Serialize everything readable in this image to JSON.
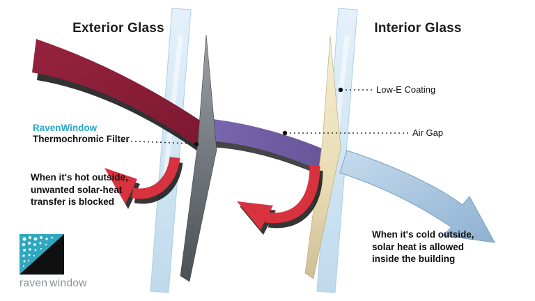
{
  "titles": {
    "exterior": "Exterior Glass",
    "interior": "Interior Glass"
  },
  "callouts": {
    "low_e": "Low-E Coating",
    "air_gap": "Air Gap",
    "filter_brand": "RavenWindow",
    "filter_line2": "Thermochromic Filter"
  },
  "notes": {
    "hot": "When it's hot outside, unwanted solar-heat transfer is blocked",
    "cold": "When it's cold outside, solar heat is allowed inside the building"
  },
  "logo": {
    "word1": "raven",
    "word2": "window"
  },
  "colors": {
    "solar_heat_arrow": "#8E1F3A",
    "filtered_heat_arrow": "#6F5FA5",
    "transmitted_heat_arrow": "#A9C6DE",
    "reflected_heat_arrow": "#D8323F",
    "brand_teal": "#29A8C8",
    "glass_blue": "#D8E9F4",
    "thermochromic_glass_gray": "#6E7276",
    "interior_glass_cream": "#EFE3C0"
  }
}
